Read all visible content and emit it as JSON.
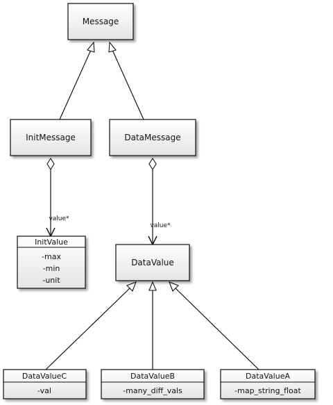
{
  "classes": {
    "message": {
      "name": "Message",
      "attributes": []
    },
    "init_message": {
      "name": "InitMessage",
      "attributes": []
    },
    "data_message": {
      "name": "DataMessage",
      "attributes": []
    },
    "init_value": {
      "name": "InitValue",
      "attributes": [
        "-max",
        "-min",
        "-unit"
      ]
    },
    "data_value": {
      "name": "DataValue",
      "attributes": []
    },
    "data_value_c": {
      "name": "DataValueC",
      "attributes": [
        "-val"
      ]
    },
    "data_value_b": {
      "name": "DataValueB",
      "attributes": [
        "-many_diff_vals"
      ]
    },
    "data_value_a": {
      "name": "DataValueA",
      "attributes": [
        "-map_string_float"
      ]
    }
  },
  "relations": [
    {
      "type": "inheritance",
      "from": "init_message",
      "to": "message"
    },
    {
      "type": "inheritance",
      "from": "data_message",
      "to": "message"
    },
    {
      "type": "aggregation",
      "from": "init_message",
      "to": "init_value",
      "label": "value*"
    },
    {
      "type": "aggregation",
      "from": "data_message",
      "to": "data_value",
      "label": "value*"
    },
    {
      "type": "inheritance",
      "from": "data_value_c",
      "to": "data_value"
    },
    {
      "type": "inheritance",
      "from": "data_value_b",
      "to": "data_value"
    },
    {
      "type": "inheritance",
      "from": "data_value_a",
      "to": "data_value"
    }
  ]
}
